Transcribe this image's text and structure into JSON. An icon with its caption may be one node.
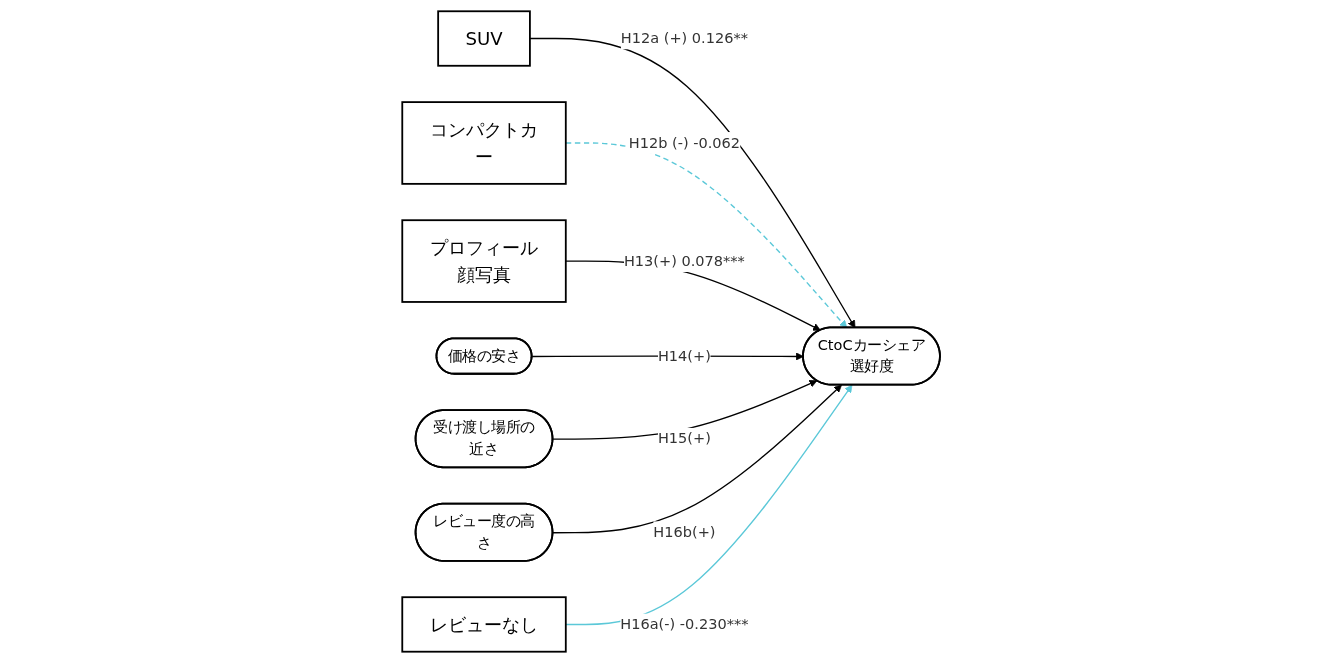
{
  "diagram": {
    "nodes": [
      {
        "text": [
          "SUV"
        ]
      },
      {
        "text": [
          "コンパクトカー"
        ]
      },
      {
        "text": [
          "プロフィール顔写真"
        ]
      },
      {
        "text": [
          "CtoCカーシェア選好度"
        ]
      },
      {
        "text": [
          "価格の安さ"
        ]
      },
      {
        "text": [
          "受け渡し場所の近さ"
        ]
      },
      {
        "text": [
          "レビュー度の高さ"
        ]
      },
      {
        "text": [
          "レビューなし"
        ]
      }
    ],
    "edges": [
      {
        "from": 0,
        "to": 3,
        "arrow": "to",
        "label": "H12a (+) 0.126**"
      },
      {
        "from": 1,
        "to": 3,
        "arrow": "to",
        "label": "H12b (-) -0.062",
        "style": "dashed",
        "color": "#5bc8d8"
      },
      {
        "from": 2,
        "to": 3,
        "arrow": "to",
        "label": "H13(+) 0.078***"
      },
      {
        "from": 4,
        "to": 3,
        "arrow": "to",
        "label": "H14(+)"
      },
      {
        "from": 5,
        "to": 3,
        "arrow": "to",
        "label": "H15(+)"
      },
      {
        "from": 6,
        "to": 3,
        "arrow": "to",
        "label": "H16b(+)"
      },
      {
        "from": 7,
        "to": 3,
        "arrow": "to",
        "label": "H16a(-) -0.230***",
        "color": "#5bc8d8"
      }
    ]
  }
}
